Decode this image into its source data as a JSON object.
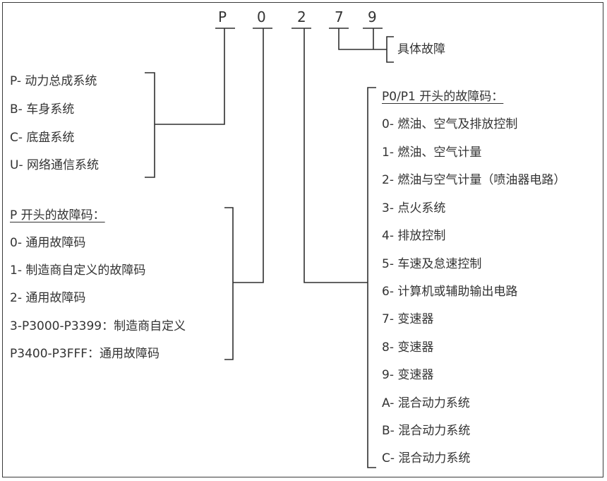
{
  "code_chars": [
    "P",
    "0",
    "2",
    "7",
    "9"
  ],
  "specific_fault": "具体故障",
  "system_list": {
    "items": [
      "P- 动力总成系统",
      "B- 车身系统",
      "C- 底盘系统",
      "U- 网络通信系统"
    ]
  },
  "p_codes": {
    "header": "P 开头的故障码：",
    "items": [
      "0- 通用故障码",
      "1- 制造商自定义的故障码",
      "2- 通用故障码",
      "3-P3000-P3399：制造商自定义",
      "P3400-P3FFF：通用故障码"
    ]
  },
  "p0p1_codes": {
    "header": "P0/P1 开头的故障码：",
    "items": [
      "0- 燃油、空气及排放控制",
      "1- 燃油、空气计量",
      "2- 燃油与空气计量（喷油器电路）",
      "3- 点火系统",
      "4- 排放控制",
      "5- 车速及怠速控制",
      "6- 计算机或辅助输出电路",
      "7- 变速器",
      "8- 变速器",
      "9- 变速器",
      "A- 混合动力系统",
      "B- 混合动力系统",
      "C- 混合动力系统"
    ]
  },
  "colors": {
    "line": "#2f2f2f",
    "text": "#333333"
  }
}
